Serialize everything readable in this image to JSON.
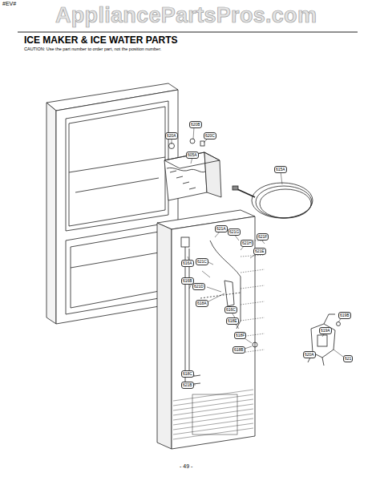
{
  "diagram": {
    "title": "ICE MAKER & ICE WATER PARTS",
    "caption": "CAUTION: Use the part number to order part, not the position number.",
    "labels": [
      "AppliancePartsPros.com",
      "#EV#",
      "620A",
      "620B",
      "620C",
      "605A",
      "615A",
      "621A",
      "621G",
      "621H",
      "621F",
      "621E",
      "621C",
      "621D",
      "618A",
      "616A",
      "616B",
      "616C",
      "618E",
      "618F",
      "618B",
      "618C",
      "621B",
      "619B",
      "619A",
      "621",
      "620A",
      "- 49 -"
    ]
  }
}
